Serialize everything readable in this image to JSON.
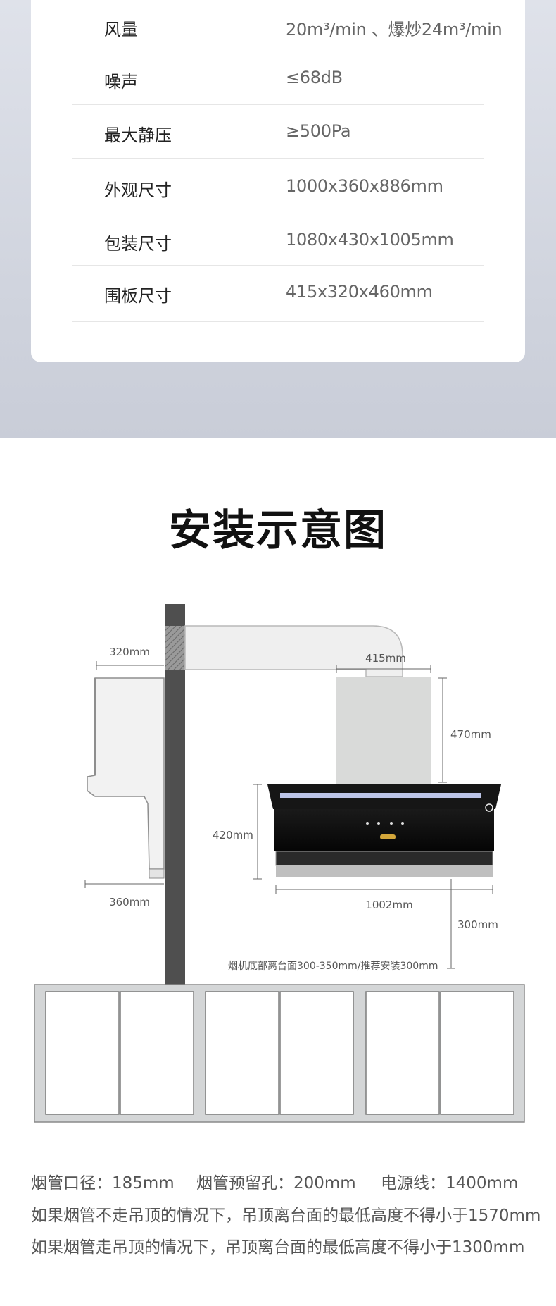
{
  "specs": [
    {
      "label": "风量",
      "value": "20m³/min 、爆炒24m³/min"
    },
    {
      "label": "噪声",
      "value": "≤68dB"
    },
    {
      "label": "最大静压",
      "value": "≥500Pa"
    },
    {
      "label": "外观尺寸",
      "value": "1000x360x886mm"
    },
    {
      "label": "包装尺寸",
      "value": "1080x430x1005mm"
    },
    {
      "label": "围板尺寸",
      "value": "415x320x460mm"
    }
  ],
  "diagram": {
    "title": "安装示意图",
    "dims": {
      "d320": "320mm",
      "d360": "360mm",
      "d415": "415mm",
      "d470": "470mm",
      "d420": "420mm",
      "d1002": "1002mm",
      "d300": "300mm"
    },
    "note": "烟机底部离台面300-350mm/推荐安装300mm"
  },
  "notes": {
    "pipe_diameter": "烟管口径：185mm",
    "pipe_hole": "烟管预留孔：200mm",
    "power_cord": "电源线：1400mm",
    "line_no_ceiling": "如果烟管不走吊顶的情况下，吊顶离台面的最低高度不得小于1570mm",
    "line_ceiling": "如果烟管走吊顶的情况下，吊顶离台面的最低高度不得小于1300mm"
  }
}
